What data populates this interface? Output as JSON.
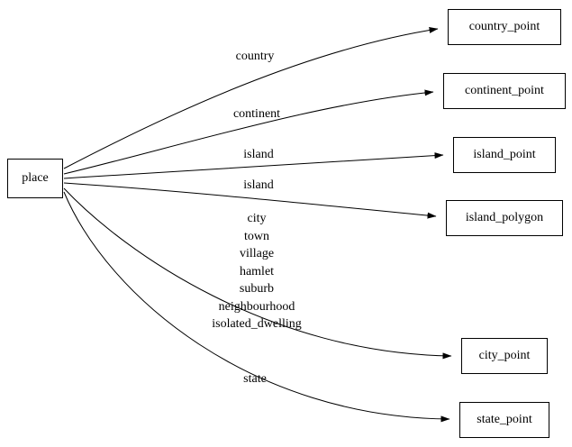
{
  "diagram": {
    "source_node": {
      "label": "place"
    },
    "target_nodes": {
      "country_point": {
        "label": "country_point"
      },
      "continent_point": {
        "label": "continent_point"
      },
      "island_point": {
        "label": "island_point"
      },
      "island_polygon": {
        "label": "island_polygon"
      },
      "city_point": {
        "label": "city_point"
      },
      "state_point": {
        "label": "state_point"
      }
    },
    "edge_labels": {
      "country": "country",
      "continent": "continent",
      "island_to_point": "island",
      "island_to_polygon": "island",
      "city_lines": [
        "city",
        "town",
        "village",
        "hamlet",
        "suburb",
        "neighbourhood",
        "isolated_dwelling"
      ],
      "state": "state"
    },
    "colors": {
      "node_border": "#000000",
      "edge_stroke": "#000000",
      "background": "#ffffff"
    }
  }
}
